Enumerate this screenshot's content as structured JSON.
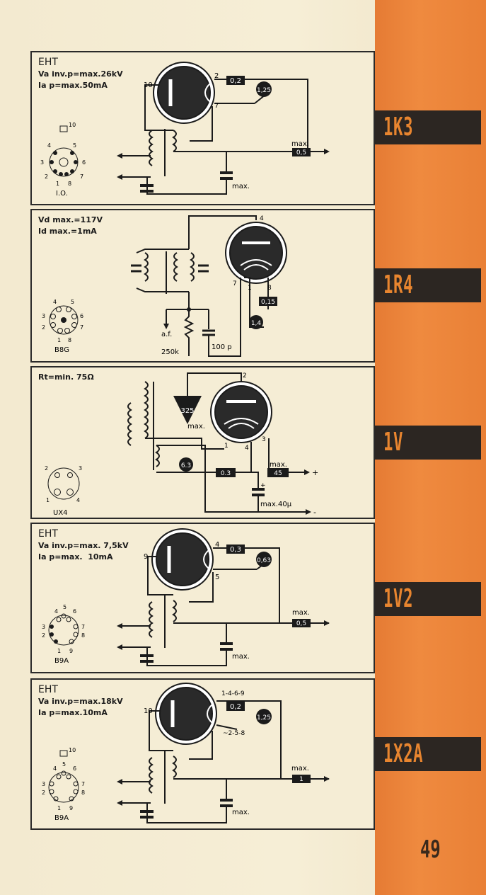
{
  "page_number": "49",
  "tubes": [
    {
      "tag": "1K3",
      "spec": [
        "EHT",
        "Va inv.p=max.26kV",
        "Ia p=max.50mA"
      ],
      "base": "I.O.",
      "res_a": "0,2",
      "res_b": "1,25",
      "out_label": "max.",
      "out_val": "0,5",
      "cap_label": "max.",
      "pins": [
        "10",
        "2",
        "7"
      ],
      "base_pins": [
        "10",
        "4",
        "5",
        "3",
        "6",
        "2",
        "7",
        "1",
        "8"
      ]
    },
    {
      "tag": "1R4",
      "spec": [
        "Vd max.=117V",
        "Id max.=1mA"
      ],
      "base": "B8G",
      "res_a": "0,15",
      "res_b": "1,4",
      "af": "a.f.",
      "r_label": "250k",
      "c_label": "100 p",
      "pins": [
        "4",
        "7",
        "1",
        "8"
      ],
      "base_pins": [
        "4",
        "5",
        "3",
        "6",
        "2",
        "7",
        "1",
        "8"
      ]
    },
    {
      "tag": "1V",
      "spec": [
        "Rt=min. 75Ω"
      ],
      "base": "UX4",
      "tri": "325",
      "tri_label": "max.",
      "res_a": "6.3",
      "res_b": "0.3",
      "out_label": "max.",
      "out_val": "45",
      "plus": "+",
      "minus": "-",
      "cap_label": "max.40μ",
      "cap_plus": "+",
      "pins": [
        "2",
        "1",
        "4",
        "3"
      ],
      "base_pins": [
        "2",
        "3",
        "1",
        "4"
      ]
    },
    {
      "tag": "1V2",
      "spec": [
        "EHT",
        "Va inv.p=max. 7,5kV",
        "Ia p=max.  10mA"
      ],
      "base": "B9A",
      "res_a": "0,3",
      "res_b": "0,63",
      "out_label": "max.",
      "out_val": "0,5",
      "cap_label": "max.",
      "pins": [
        "9",
        "4",
        "5"
      ],
      "base_pins": [
        "4",
        "5",
        "6",
        "3",
        "7",
        "2",
        "8",
        "1",
        "9"
      ]
    },
    {
      "tag": "1X2A",
      "spec": [
        "EHT",
        "Va inv.p=max.18kV",
        "Ia p=max.10mA"
      ],
      "base": "B9A",
      "res_a": "0,2",
      "res_b": "1,25",
      "out_label": "max.",
      "out_val": "1",
      "cap_label": "max.",
      "pins": [
        "10",
        "1-4-6-9",
        "~2-5-8"
      ],
      "base_pins": [
        "10",
        "4",
        "5",
        "6",
        "3",
        "7",
        "2",
        "8",
        "1",
        "9"
      ]
    }
  ]
}
